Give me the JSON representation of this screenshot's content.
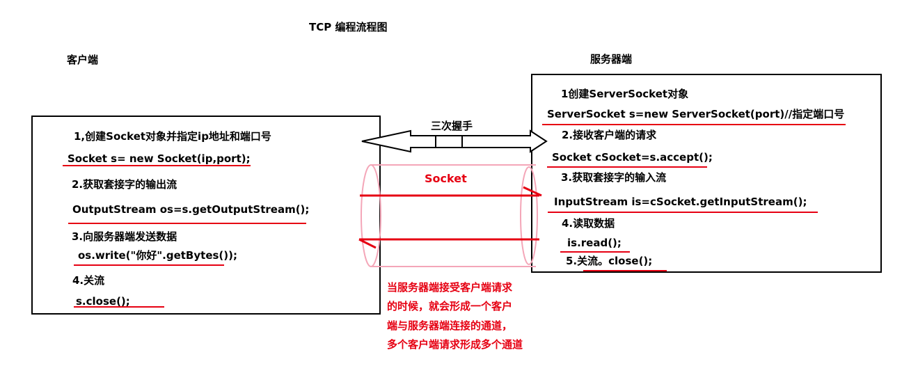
{
  "title": "TCP 编程流程图",
  "client": {
    "heading": "客户端",
    "lines": [
      "1,创建Socket对象并指定ip地址和端口号",
      "Socket  s= new  Socket(ip,port);",
      "2.获取套接字的输出流",
      "OutputStream  os=s.getOutputStream();",
      "3.向服务器端发送数据",
      "os.write(\"你好\".getBytes());",
      "4.关流",
      "s.close();"
    ]
  },
  "server": {
    "heading": "服务器端",
    "lines": [
      "1创建ServerSocket对象",
      "ServerSocket s=new ServerSocket(port)//指定端口号",
      "2.接收客户端的请求",
      "Socket  cSocket=s.accept();",
      "3.获取套接字的输入流",
      "InputStream   is=cSocket.getInputStream();",
      "4.读取数据",
      "is.read();",
      "5.关流。close();"
    ]
  },
  "handshake_label": "三次握手",
  "socket_label": "Socket",
  "note_lines": [
    "当服务器端接受客户端请求",
    "的时候，就会形成一个客户",
    "端与服务器端连接的通道，",
    "多个客户端请求形成多个通道"
  ],
  "colors": {
    "accent": "#e60012",
    "pipe": "#f4a6b8",
    "line": "#000000"
  }
}
